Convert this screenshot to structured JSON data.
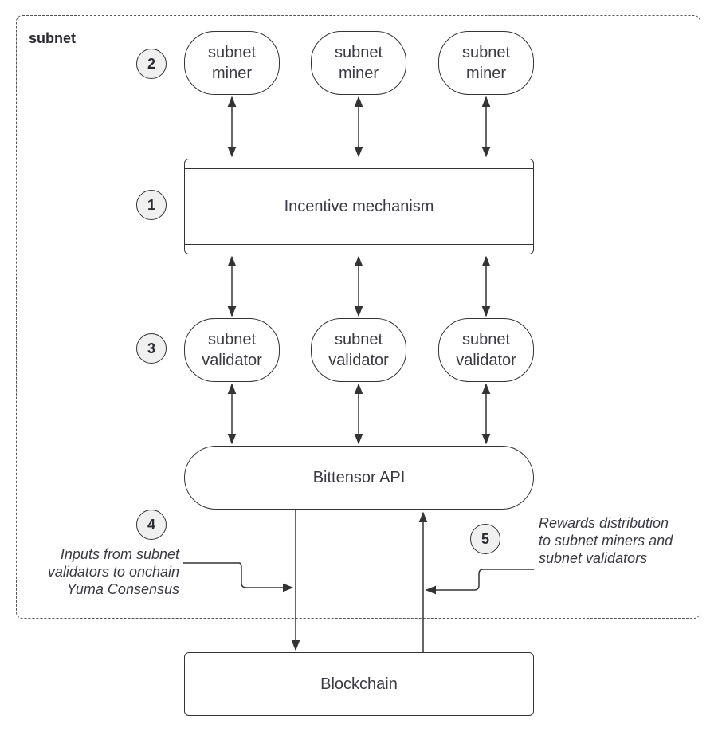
{
  "container": {
    "label": "subnet"
  },
  "miners": [
    {
      "label": "subnet\nminer"
    },
    {
      "label": "subnet\nminer"
    },
    {
      "label": "subnet\nminer"
    }
  ],
  "incentive": {
    "label": "Incentive mechanism"
  },
  "validators": [
    {
      "label": "subnet\nvalidator"
    },
    {
      "label": "subnet\nvalidator"
    },
    {
      "label": "subnet\nvalidator"
    }
  ],
  "api": {
    "label": "Bittensor API"
  },
  "blockchain": {
    "label": "Blockchain"
  },
  "steps": [
    {
      "number": "1"
    },
    {
      "number": "2"
    },
    {
      "number": "3"
    },
    {
      "number": "4"
    },
    {
      "number": "5"
    }
  ],
  "annotations": {
    "inputs": "Inputs from subnet\nvalidators to onchain\nYuma Consensus",
    "rewards": "Rewards distribution\nto subnet miners and\nsubnet validators"
  },
  "colors": {
    "stroke": "#333333",
    "badge_fill": "#f0f0f0",
    "text": "#3a3a44"
  }
}
